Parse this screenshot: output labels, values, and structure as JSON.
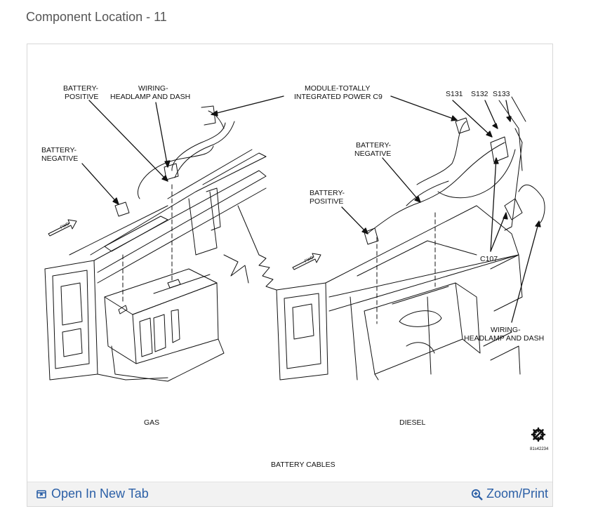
{
  "page": {
    "title": "Component Location - 11"
  },
  "diagram": {
    "labels": {
      "battery_positive_gas": [
        "BATTERY-",
        "POSITIVE"
      ],
      "wiring_headlamp_gas": [
        "WIRING-",
        "HEADLAMP AND DASH"
      ],
      "battery_negative_gas": [
        "BATTERY-",
        "NEGATIVE"
      ],
      "module_tipm": [
        "MODULE-TOTALLY",
        "INTEGRATED POWER C9"
      ],
      "s131": "S131",
      "s132": "S132",
      "s133": "S133",
      "battery_negative_diesel": [
        "BATTERY-",
        "NEGATIVE"
      ],
      "battery_positive_diesel": [
        "BATTERY-",
        "POSITIVE"
      ],
      "c107": "C107",
      "wiring_headlamp_diesel": [
        "WIRING-",
        "HEADLAMP AND DASH"
      ],
      "fwd": "FWD",
      "gas": "GAS",
      "diesel": "DIESEL",
      "figure_id": "81s42234",
      "caption": "BATTERY CABLES"
    }
  },
  "footer": {
    "open_tab_label": "Open In New Tab",
    "zoom_label": "Zoom/Print"
  }
}
